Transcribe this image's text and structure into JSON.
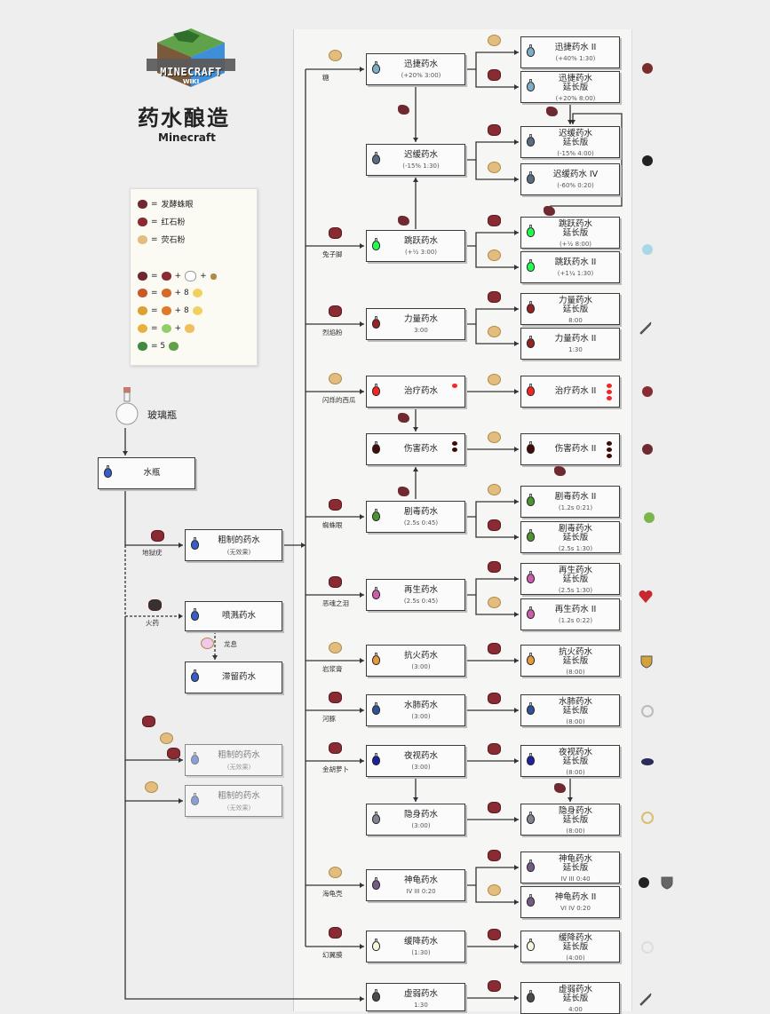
{
  "header": {
    "logo_text": "MINECRAFT",
    "logo_sub": "WIKI",
    "title": "药水酿造",
    "subtitle": "Minecraft"
  },
  "legend": {
    "items": [
      {
        "label": "发酵蛛眼"
      },
      {
        "label": "红石粉"
      },
      {
        "label": "荧石粉"
      }
    ],
    "recipes": [
      {
        "plus": "+",
        "plus2": "+"
      },
      {
        "plus": "=",
        "tail": "+ 8"
      },
      {
        "plus": "=",
        "tail": "+ 8"
      },
      {
        "plus": "=",
        "tail": "+"
      },
      {
        "tail": "= 5"
      }
    ]
  },
  "base": {
    "glass_bottle": "玻璃瓶",
    "water_bottle": "水瓶",
    "nether_wart": "地狱疣",
    "awkward": {
      "name": "粗制的药水",
      "sub": "(无效果)"
    },
    "gunpowder": "火药",
    "splash": {
      "name": "喷溅药水"
    },
    "dragon_breath": "龙息",
    "lingering": {
      "name": "滞留药水"
    }
  },
  "potions": {
    "swift": {
      "name": "迅捷药水",
      "sub": "(+20%  3:00)"
    },
    "swift2": {
      "name": "迅捷药水 II",
      "sub": "(+40%  1:30)"
    },
    "swift_ext": {
      "name": "迅捷药水",
      "name2": "延长版",
      "sub": "(+20%  8:00)"
    },
    "slow": {
      "name": "迟缓药水",
      "sub": "(-15%  1:30)"
    },
    "slow_ext": {
      "name": "迟缓药水",
      "name2": "延长版",
      "sub": "(-15%  4:00)"
    },
    "slow4": {
      "name": "迟缓药水 IV",
      "sub": "(-60%  0:20)"
    },
    "leap": {
      "name": "跳跃药水",
      "sub": "(+½  3:00)"
    },
    "leap_ext": {
      "name": "跳跃药水",
      "name2": "延长版",
      "sub": "(+½  8:00)"
    },
    "leap2": {
      "name": "跳跃药水 II",
      "sub": "(+1¼  1:30)"
    },
    "str": {
      "name": "力量药水",
      "sub": "3:00"
    },
    "str_ext": {
      "name": "力量药水",
      "name2": "延长版",
      "sub": "8:00"
    },
    "str2": {
      "name": "力量药水 II",
      "sub": "1:30"
    },
    "heal": {
      "name": "治疗药水"
    },
    "heal2": {
      "name": "治疗药水 II"
    },
    "harm": {
      "name": "伤害药水"
    },
    "harm2": {
      "name": "伤害药水 II"
    },
    "poison": {
      "name": "剧毒药水",
      "sub": "(2.5s  0:45)"
    },
    "poison2": {
      "name": "剧毒药水 II",
      "sub": "(1.2s  0:21)"
    },
    "poison_ext": {
      "name": "剧毒药水",
      "name2": "延长版",
      "sub": "(2.5s  1:30)"
    },
    "regen": {
      "name": "再生药水",
      "sub": "(2.5s  0:45)"
    },
    "regen_ext": {
      "name": "再生药水",
      "name2": "延长版",
      "sub": "(2.5s  1:30)"
    },
    "regen2": {
      "name": "再生药水 II",
      "sub": "(1.2s  0:22)"
    },
    "fire": {
      "name": "抗火药水",
      "sub": "(3:00)"
    },
    "fire_ext": {
      "name": "抗火药水",
      "name2": "延长版",
      "sub": "(8:00)"
    },
    "water": {
      "name": "水肺药水",
      "sub": "(3:00)"
    },
    "water_ext": {
      "name": "水肺药水",
      "name2": "延长版",
      "sub": "(8:00)"
    },
    "night": {
      "name": "夜视药水",
      "sub": "(3:00)"
    },
    "night_ext": {
      "name": "夜视药水",
      "name2": "延长版",
      "sub": "(8:00)"
    },
    "invis": {
      "name": "隐身药水",
      "sub": "(3:00)"
    },
    "invis_ext": {
      "name": "隐身药水",
      "name2": "延长版",
      "sub": "(8:00)"
    },
    "turtle": {
      "name": "神龟药水",
      "sub": "IV   III  0:20"
    },
    "turtle_ext": {
      "name": "神龟药水",
      "name2": "延长版",
      "sub": "IV   III  0:40"
    },
    "turtle2": {
      "name": "神龟药水 II",
      "sub": "VI   IV  0:20"
    },
    "slowfall": {
      "name": "缓降药水",
      "sub": "(1:30)"
    },
    "slowfall_ext": {
      "name": "缓降药水",
      "name2": "延长版",
      "sub": "(4:00)"
    },
    "weak": {
      "name": "虚弱药水",
      "sub": "1:30"
    },
    "weak_ext": {
      "name": "虚弱药水",
      "name2": "延长版",
      "sub": "4:00"
    }
  },
  "ingredients": {
    "sugar": "糖",
    "rabbit_foot": "兔子脚",
    "blaze_powder": "烈焰粉",
    "glistering_melon": "闪烁的西瓜",
    "spider_eye": "蜘蛛眼",
    "ghast_tear": "恶魂之泪",
    "magma_cream": "岩浆膏",
    "pufferfish": "河豚",
    "golden_carrot": "金胡萝卜",
    "turtle_shell": "海龟壳",
    "phantom_membrane": "幻翼膜"
  },
  "colors": {
    "swift": "#7cafc6",
    "slow": "#5a6c81",
    "leap": "#22ff4c",
    "str": "#932423",
    "heal": "#f82423",
    "harm": "#430a09",
    "poison": "#4e9331",
    "regen": "#cd5cab",
    "fire": "#e49a3a",
    "water": "#2e5299",
    "night": "#1f1fa1",
    "invis": "#7f8392",
    "turtle": "#755a85",
    "slowfall": "#f7f8e0",
    "weak": "#484d48",
    "water_bottle": "#385dc6",
    "redstone": "#8a2b33",
    "glowstone": "#e3bd7e",
    "fermented": "#6e2a30"
  }
}
